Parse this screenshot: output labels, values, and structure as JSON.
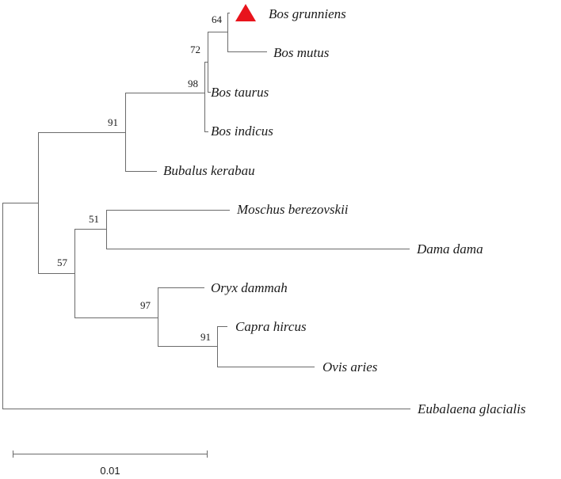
{
  "taxa": {
    "bos_grunniens": "Bos grunniens",
    "bos_mutus": "Bos mutus",
    "bos_taurus": "Bos taurus",
    "bos_indicus": "Bos indicus",
    "bubalus_kerabau": "Bubalus kerabau",
    "moschus_berezovskii": "Moschus berezovskii",
    "dama_dama": "Dama dama",
    "oryx_dammah": "Oryx dammah",
    "capra_hircus": "Capra hircus",
    "ovis_aries": "Ovis aries",
    "eubalaena_glacialis": "Eubalaena glacialis"
  },
  "support": {
    "grunniens_mutus": "64",
    "mutus_clade": "72",
    "bos_clade": "98",
    "bovini": "91",
    "moschus_dama": "51",
    "cervid_caprine": "57",
    "caprinae": "97",
    "capra_ovis": "91"
  },
  "highlight": {
    "color": "#e8141c",
    "taxon": "Bos grunniens",
    "icon": "triangle-marker-icon"
  },
  "scale_bar": {
    "label": "0.01"
  }
}
